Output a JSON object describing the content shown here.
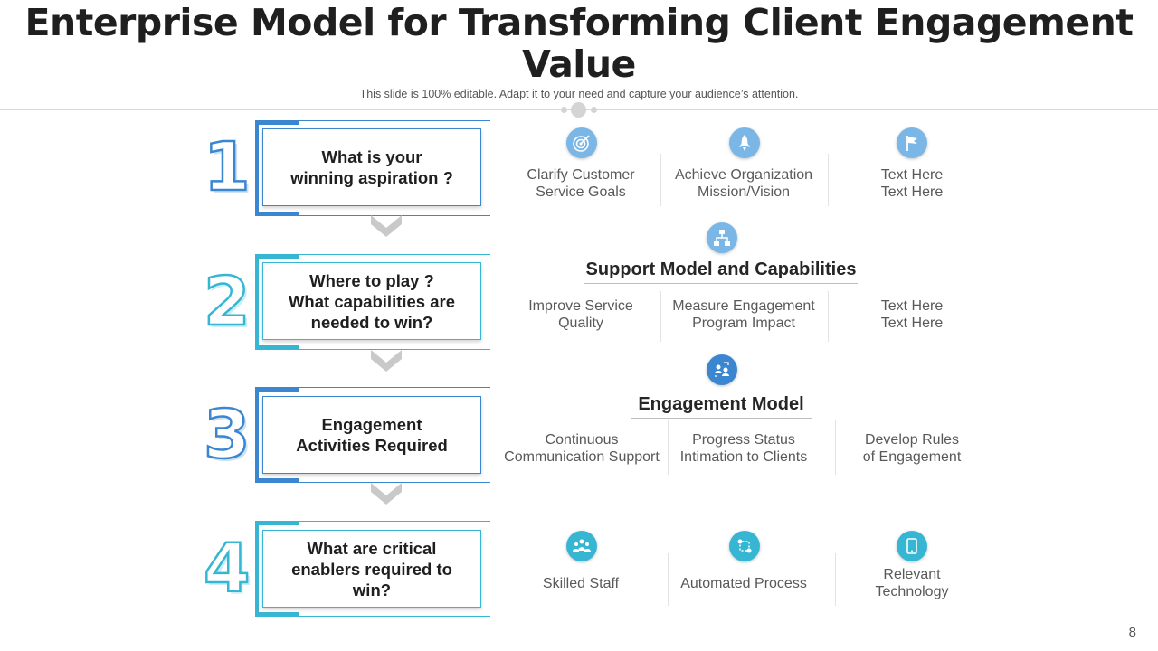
{
  "title": "Enterprise Model for Transforming Client Engagement Value",
  "subtitle": "This slide is 100% editable. Adapt it to your need and capture your audience’s attention.",
  "page_number": "8",
  "colors": {
    "blue": "#3b86d1",
    "teal": "#37b6d4",
    "light_blue": "#7ab6e6",
    "gray_chevron": "#c9c9c9"
  },
  "steps": [
    {
      "number": "1",
      "question": "What is your\nwinning aspiration ?"
    },
    {
      "number": "2",
      "question": "Where to play ?\nWhat capabilities are\nneeded to win?"
    },
    {
      "number": "3",
      "question": "Engagement\nActivities Required"
    },
    {
      "number": "4",
      "question": "What are critical\nenablers required to\nwin?"
    }
  ],
  "row1": {
    "items": [
      {
        "text": "Clarify Customer\nService Goals",
        "icon": "target-icon"
      },
      {
        "text": "Achieve Organization\nMission/Vision",
        "icon": "rocket-icon"
      },
      {
        "text": "Text Here\nText Here",
        "icon": "flag-icon"
      }
    ]
  },
  "row2": {
    "heading": "Support Model and Capabilities",
    "icon": "network-icon",
    "items": [
      {
        "text": "Improve Service\nQuality"
      },
      {
        "text": "Measure Engagement\nProgram Impact"
      },
      {
        "text": "Text Here\nText Here"
      }
    ]
  },
  "row3": {
    "heading": "Engagement Model",
    "icon": "user-exchange-icon",
    "items": [
      {
        "text": "Continuous\nCommunication Support"
      },
      {
        "text": "Progress Status\nIntimation to Clients"
      },
      {
        "text": "Develop Rules\nof Engagement"
      }
    ]
  },
  "row4": {
    "items": [
      {
        "text": "Skilled Staff",
        "icon": "team-icon"
      },
      {
        "text": "Automated Process",
        "icon": "process-icon"
      },
      {
        "text": "Relevant\nTechnology",
        "icon": "tablet-icon"
      }
    ]
  }
}
